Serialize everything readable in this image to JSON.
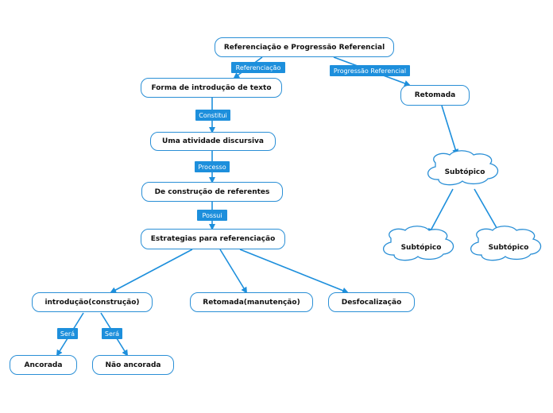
{
  "nodes": {
    "root": "Referenciação e Progressão Referencial",
    "forma": "Forma de introdução de texto",
    "atividade": "Uma atividade discursiva",
    "construcao": "De construção de referentes",
    "estrategias": "Estrategias para referenciação",
    "introducao": "introdução(construção)",
    "retomada_manut": "Retomada(manutenção)",
    "desfocalizacao": "Desfocalização",
    "ancorada": "Ancorada",
    "nao_ancorada": "Não ancorada",
    "retomada": "Retomada",
    "subtopico_main": "Subtópico",
    "subtopico_left": "Subtópico",
    "subtopico_right": "Subtópico"
  },
  "labels": {
    "referenciacao": "Referenciação",
    "progressao": "Progressão Referencial",
    "constitui": "Constitui",
    "processo": "Processo",
    "possui": "Possui",
    "sera_1": "Será",
    "sera_2": "Será"
  },
  "colors": {
    "line": "#1d8fdc",
    "label_bg": "#1d8fdc",
    "node_border": "#2a8fd6"
  }
}
